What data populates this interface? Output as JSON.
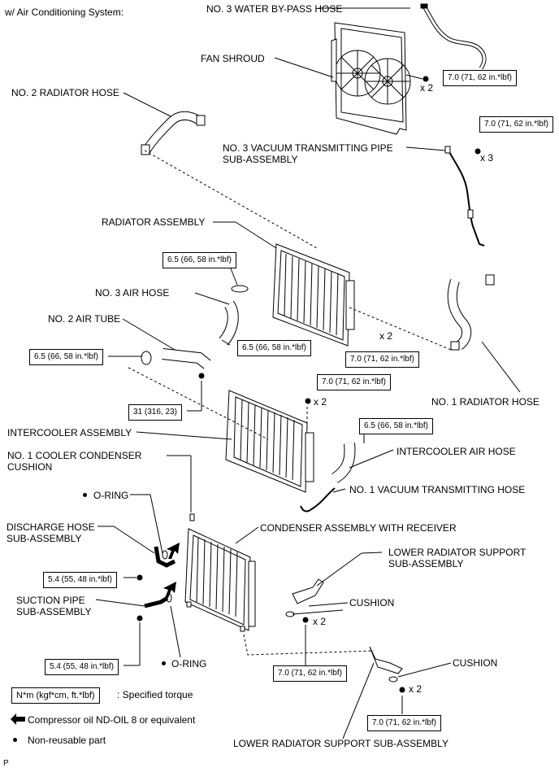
{
  "header": "w/ Air Conditioning System:",
  "footer_code": "P",
  "labels": {
    "no3_water_bypass_hose": "NO. 3 WATER BY-PASS HOSE",
    "fan_shroud": "FAN SHROUD",
    "no2_radiator_hose": "NO. 2 RADIATOR HOSE",
    "no3_vacuum_pipe": "NO. 3 VACUUM TRANSMITTING PIPE\nSUB-ASSEMBLY",
    "radiator_assembly": "RADIATOR ASSEMBLY",
    "no3_air_hose": "NO. 3 AIR HOSE",
    "no2_air_tube": "NO. 2 AIR TUBE",
    "no1_radiator_hose": "NO. 1 RADIATOR HOSE",
    "intercooler_assembly": "INTERCOOLER ASSEMBLY",
    "no1_cooler_condenser_cushion": "NO. 1 COOLER CONDENSER\nCUSHION",
    "intercooler_air_hose": "INTERCOOLER AIR HOSE",
    "no1_vacuum_hose": "NO. 1 VACUUM TRANSMITTING HOSE",
    "o_ring_top": "O-RING",
    "discharge_hose": "DISCHARGE HOSE\nSUB-ASSEMBLY",
    "condenser_assembly": "CONDENSER ASSEMBLY WITH RECEIVER",
    "lower_support_top": "LOWER RADIATOR SUPPORT\nSUB-ASSEMBLY",
    "suction_pipe": "SUCTION PIPE\nSUB-ASSEMBLY",
    "cushion_1": "CUSHION",
    "o_ring_bottom": "O-RING",
    "cushion_2": "CUSHION",
    "lower_support_bottom": "LOWER RADIATOR SUPPORT SUB-ASSEMBLY"
  },
  "torques": {
    "fan_shroud": "7.0 (71, 62 in.*lbf)",
    "vacuum_pipe": "7.0 (71, 62 in.*lbf)",
    "air_hose_top": "6.5 (66, 58 in.*lbf)",
    "air_hose_clamp": "6.5 (66, 58 in.*lbf)",
    "air_tube_clamp": "6.5 (66, 58 in.*lbf)",
    "radiator_bolt": "7.0 (71, 62 in.*lbf)",
    "air_tube_bolt": "31 (316, 23)",
    "intercooler_bolt": "7.0 (71, 62 in.*lbf)",
    "intercooler_hose": "6.5 (66, 58 in.*lbf)",
    "discharge_bolt": "5.4 (55, 48 in.*lbf)",
    "suction_bolt": "5.4 (55, 48 in.*lbf)",
    "support_bolt_1": "7.0 (71, 62 in.*lbf)",
    "support_bolt_2": "7.0 (71, 62 in.*lbf)"
  },
  "quantities": {
    "fan_shroud": "x 2",
    "vacuum_pipe": "x 3",
    "radiator": "x 2",
    "intercooler": "x 2",
    "support_1": "x 2",
    "support_2": "x 2"
  },
  "legend": {
    "torque_unit": "N*m (kgf*cm, ft.*lbf)",
    "torque_desc": ": Specified torque",
    "oil_desc": "Compressor oil ND-OIL 8 or equivalent",
    "nonreusable_desc": "Non-reusable part"
  }
}
